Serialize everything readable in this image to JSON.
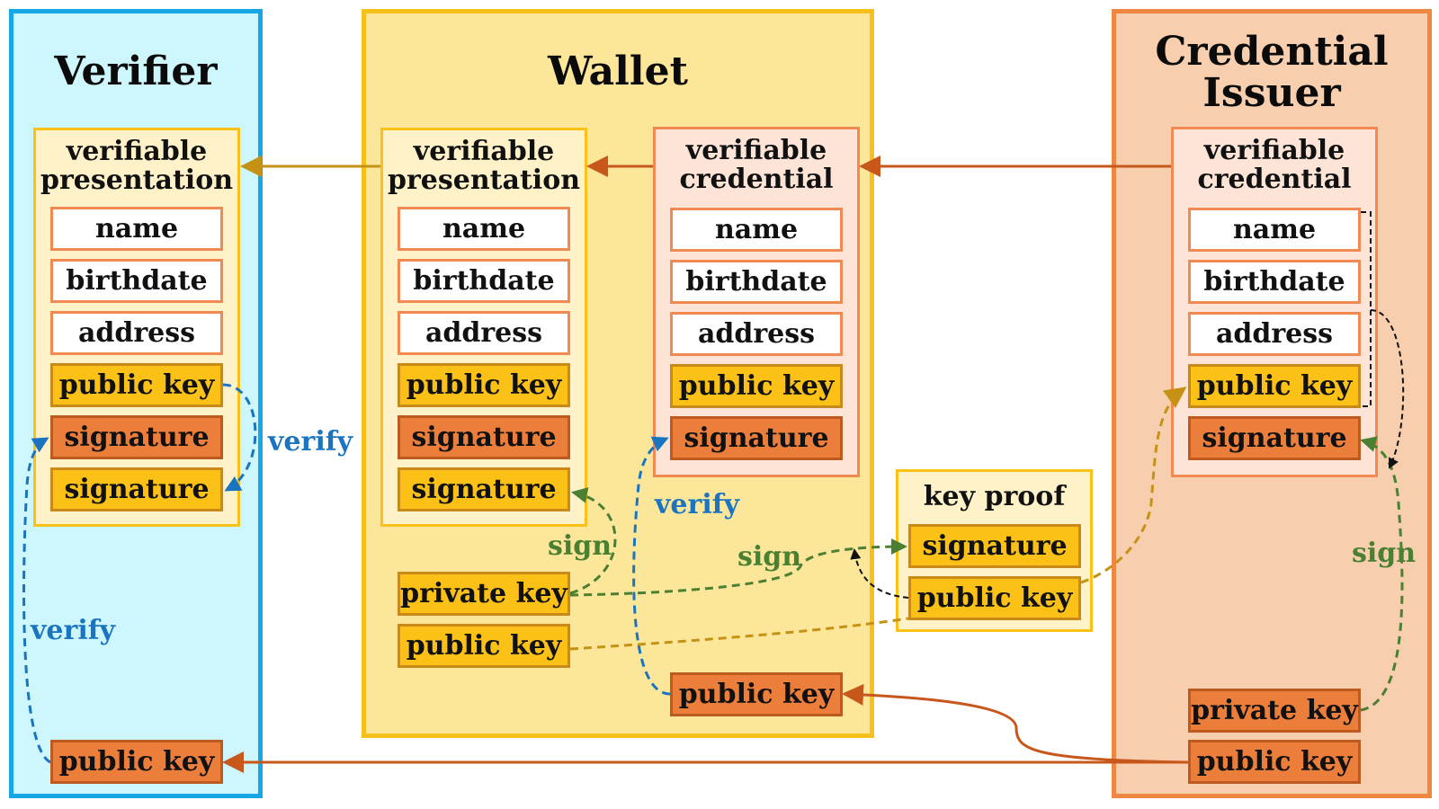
{
  "panels": {
    "verifier": {
      "title": "Verifier",
      "presentation": {
        "title": "verifiable\npresentation",
        "fields": {
          "name": "name",
          "birthdate": "birthdate",
          "address": "address",
          "public_key": "public key",
          "signature_1": "signature",
          "signature_2": "signature"
        }
      },
      "public_key": "public key"
    },
    "wallet": {
      "title": "Wallet",
      "presentation": {
        "title": "verifiable\npresentation",
        "fields": {
          "name": "name",
          "birthdate": "birthdate",
          "address": "address",
          "public_key": "public key",
          "signature_1": "signature",
          "signature_2": "signature"
        }
      },
      "credential": {
        "title": "verifiable\ncredential",
        "fields": {
          "name": "name",
          "birthdate": "birthdate",
          "address": "address",
          "public_key": "public key",
          "signature": "signature"
        }
      },
      "private_key": "private key",
      "public_key": "public key",
      "issuer_public_key": "public key"
    },
    "key_proof": {
      "title": "key proof",
      "signature": "signature",
      "public_key": "public key"
    },
    "issuer": {
      "title": "Credential\nIssuer",
      "credential": {
        "title": "verifiable\ncredential",
        "fields": {
          "name": "name",
          "birthdate": "birthdate",
          "address": "address",
          "public_key": "public key",
          "signature": "signature"
        }
      },
      "private_key": "private key",
      "public_key": "public key"
    }
  },
  "edge_labels": {
    "verify_verifier_side": "verify",
    "verify_verifier_left": "verify",
    "verify_wallet": "verify",
    "sign_wallet_presentation": "sign",
    "sign_wallet_keyproof": "sign",
    "sign_issuer": "sign"
  },
  "colors": {
    "verifier_bg": "#cdf7fd",
    "verifier_border": "#17a7e6",
    "wallet_bg": "#fce699",
    "wallet_border": "#f8c01a",
    "issuer_bg": "#f7cfae",
    "issuer_border": "#ee8741",
    "group_light_yellow": "#fff2c9",
    "group_light_peach": "#fde4d6",
    "verify_blue": "#1a74c0",
    "sign_green": "#4b7f32",
    "flow_gold": "#c69215",
    "flow_orange": "#c8571c"
  }
}
